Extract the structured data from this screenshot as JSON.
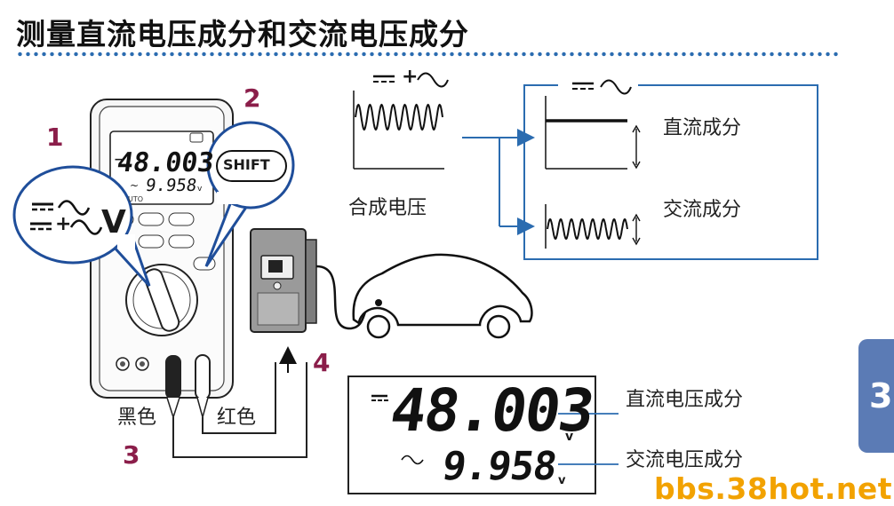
{
  "title": "测量直流电压成分和交流电压成分",
  "steps": {
    "s1": "1",
    "s2": "2",
    "s3": "3",
    "s4": "4"
  },
  "meter": {
    "main_reading": "48.003",
    "sub_reading": "9.958",
    "unit": "v",
    "auto_label": "UTO",
    "shift_label": "SHIFT",
    "dc_ac_unit": "V"
  },
  "probes": {
    "black_label": "黑色",
    "red_label": "红色"
  },
  "waveform": {
    "input_symbol": "+",
    "composite_label": "合成电压",
    "dc_label": "直流成分",
    "ac_label": "交流成分"
  },
  "display": {
    "main_value": "48.003",
    "sub_value": "9.958",
    "unit": "v",
    "dc_label": "直流电压成分",
    "ac_label": "交流电压成分"
  },
  "side_tab": "3",
  "watermark": "bbs.38hot.net",
  "colors": {
    "accent_blue": "#2b6cb0",
    "step_number": "#8b1e4a",
    "tab": "#5b7bb5",
    "watermark": "#f2a200"
  }
}
